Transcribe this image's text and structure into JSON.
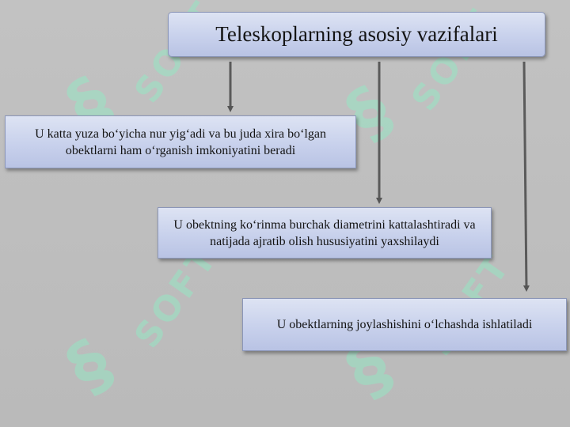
{
  "diagram": {
    "title": "Teleskoplarning asosiy vazifalari",
    "items": [
      {
        "text": "U katta yuza bo‘yicha nur yig‘adi va bu juda xira bo‘lgan obektlarni ham o‘rganish imkoniyatini beradi"
      },
      {
        "text": "U obektning ko‘rinma burchak diametrini kattalashtiradi va natijada ajratib olish hususiyatini yaxshilaydi"
      },
      {
        "text": "U obektlarning joylashishini o‘lchashda ishlatiladi"
      }
    ]
  },
  "watermark": {
    "text": "SOFT"
  },
  "colors": {
    "background": "#bcbcbc",
    "box_fill": "#c8d1ec",
    "box_border": "#8b96b8",
    "arrow": "#555555",
    "watermark": "#96e6c3"
  }
}
